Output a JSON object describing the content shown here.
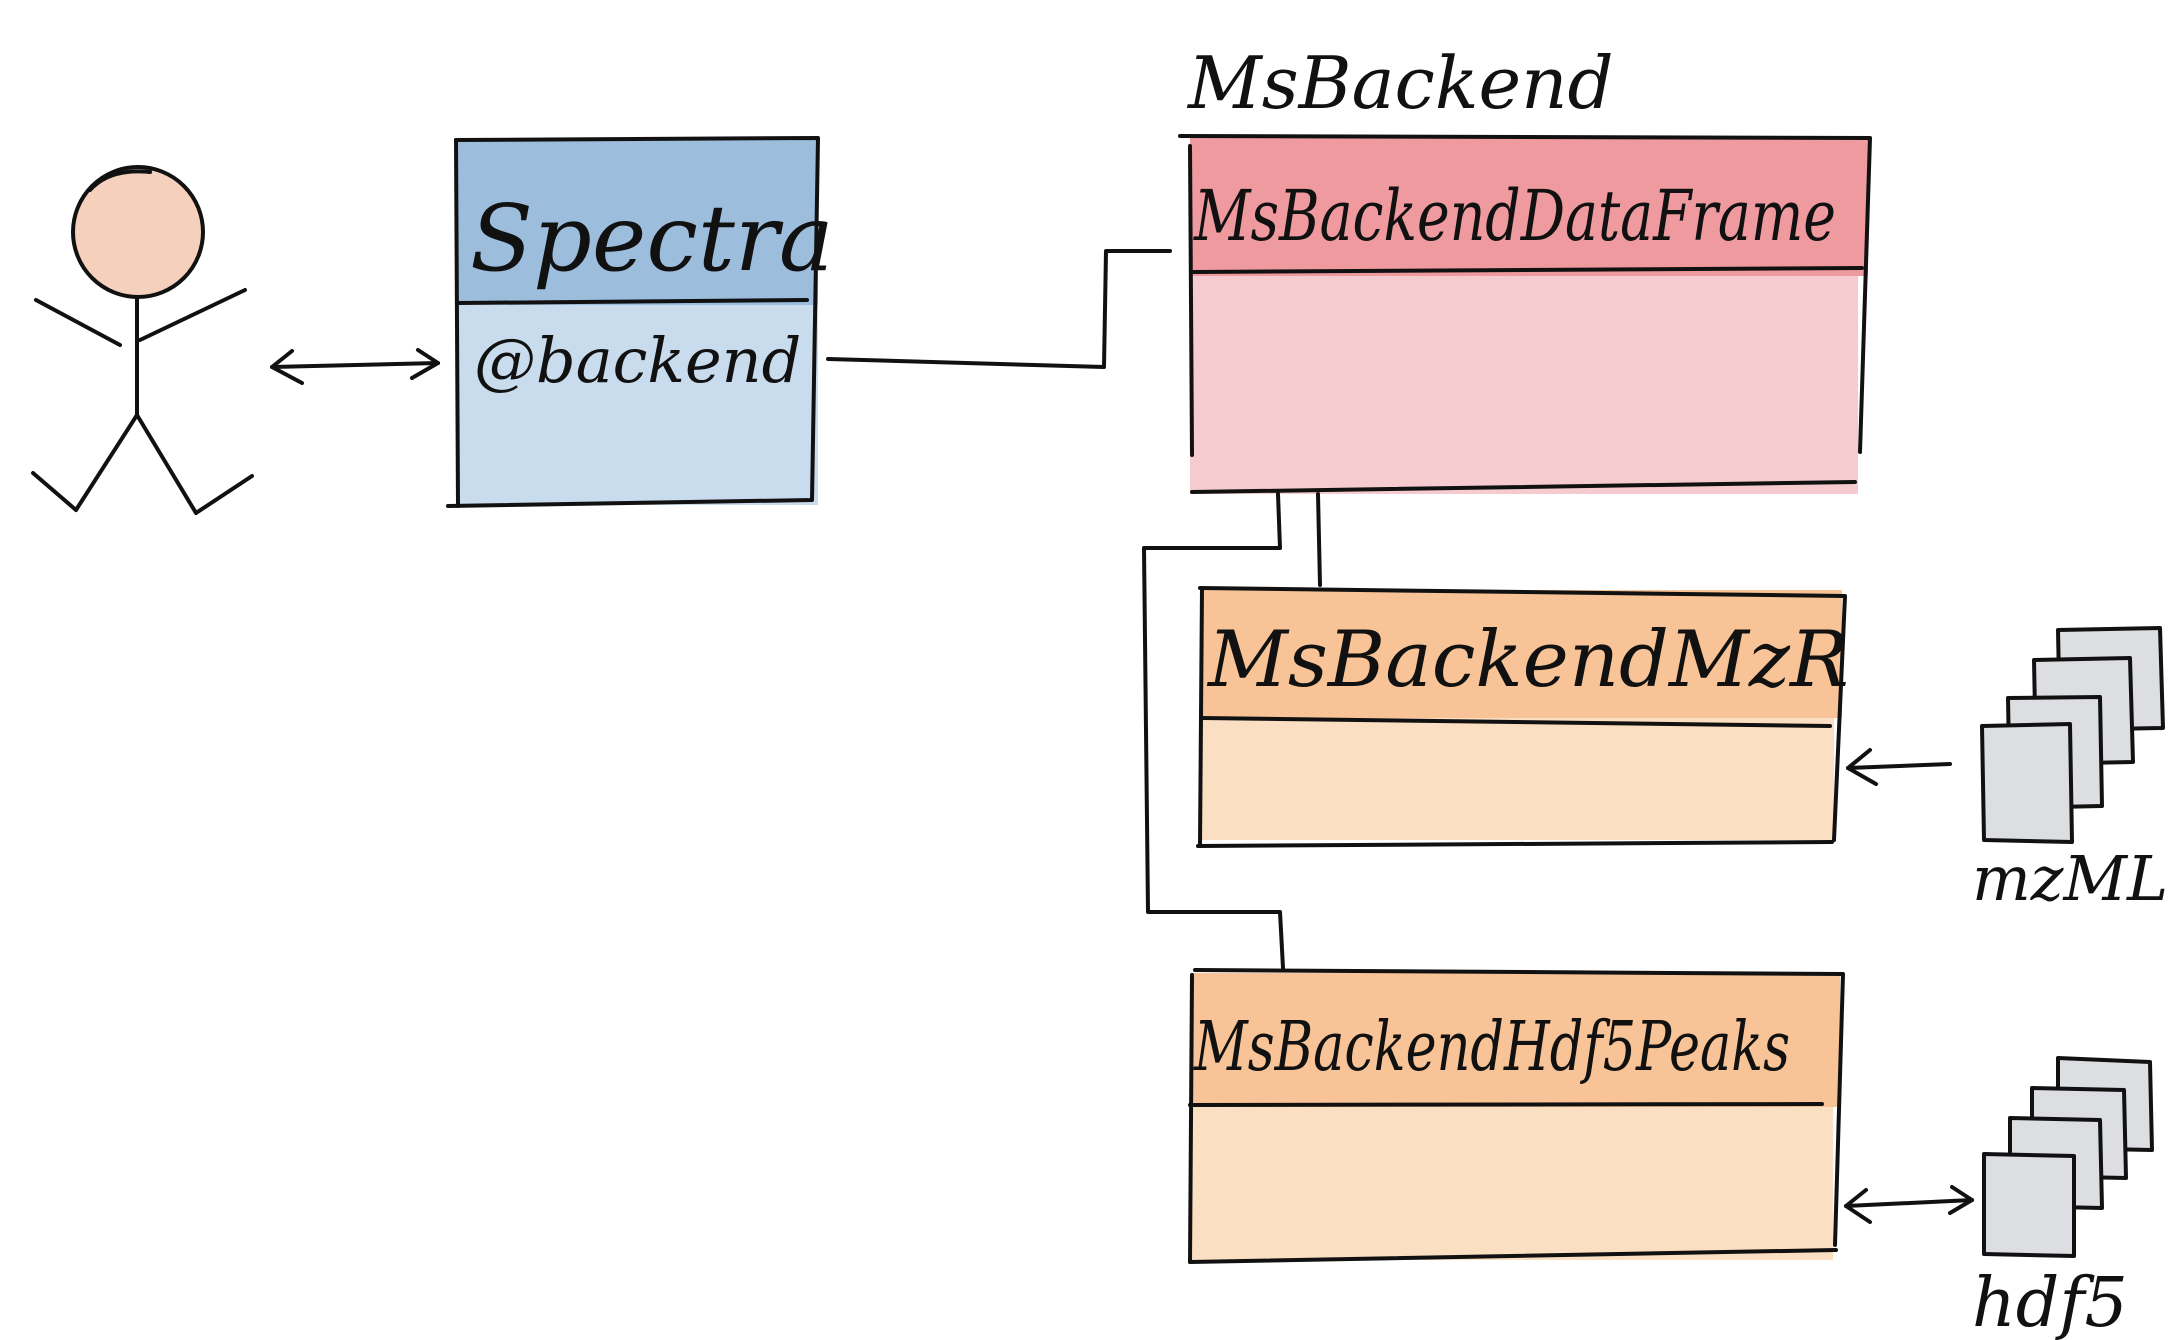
{
  "user": {
    "icon": "stick-figure-user"
  },
  "spectra": {
    "title": "Spectra",
    "slot": "@backend"
  },
  "msbackend": {
    "group_label": "MsBackend",
    "dataframe": "MsBackendDataFrame",
    "mzr": "MsBackendMzR",
    "hdf5": "MsBackendHdf5Peaks"
  },
  "files": {
    "mzml_label": "mzML",
    "hdf5_label": "hdf5"
  },
  "colors": {
    "spectra_header": "#9dbddd",
    "spectra_body": "#c9dcee",
    "dataframe_header": "#ee9a9f",
    "dataframe_body": "#f6cbd0",
    "child_header": "#f8c497",
    "child_body": "#fbdfc3",
    "file_fill": "#dcdee2",
    "head_fill": "#f5d0bd"
  }
}
